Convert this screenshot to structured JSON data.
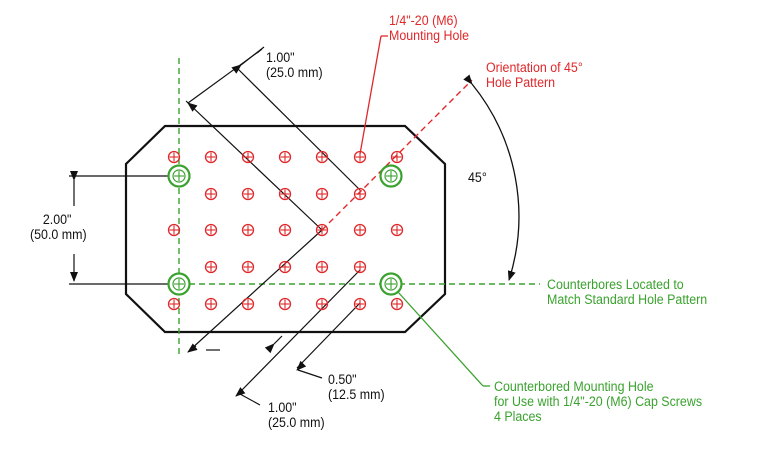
{
  "colors": {
    "outline": "#111111",
    "hole": "#e0282b",
    "counterbore": "#3aa22e"
  },
  "labels": {
    "mounting_hole": {
      "line1": "1/4\"-20 (M6)",
      "line2": "Mounting Hole"
    },
    "orientation": {
      "line1": "Orientation of 45°",
      "line2": "Hole Pattern"
    },
    "angle": "45°",
    "dim_top_diag": {
      "line1": "1.00\"",
      "line2": "(25.0 mm)"
    },
    "dim_vertical": {
      "line1": "2.00\"",
      "line2": "(50.0 mm)"
    },
    "dim_bottom_diag": {
      "line1": "1.00\"",
      "line2": "(25.0 mm)"
    },
    "dim_half": {
      "line1": "0.50\"",
      "line2": "(12.5 mm)"
    },
    "counterbores_located": {
      "line1": "Counterbores Located to",
      "line2": "Match Standard Hole Pattern"
    },
    "counterbored_hole": {
      "line1": "Counterbored Mounting Hole",
      "line2": "for Use with 1/4\"-20 (M6) Cap Screws",
      "line3": "4 Places"
    }
  }
}
